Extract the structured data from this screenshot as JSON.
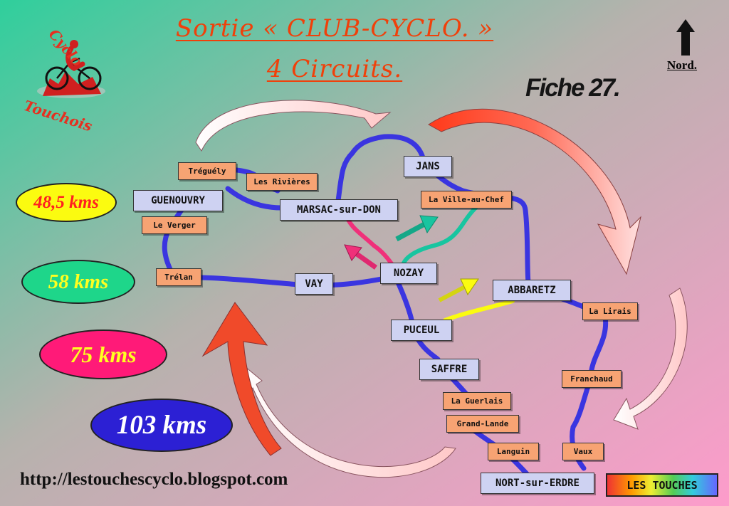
{
  "header": {
    "title_line1": "Sortie « CLUB-CYCLO. »",
    "title_line2": "4 Circuits.",
    "fiche": "Fiche 27.",
    "north_label": "Nord."
  },
  "logo": {
    "text_top": "Cyclo",
    "text_bottom": "Touchois"
  },
  "distances": [
    {
      "label": "48,5 kms",
      "fill": "#fbfb10",
      "text_color": "#ff2020"
    },
    {
      "label": "58 kms",
      "fill": "#1ed68a",
      "text_color": "#ffff20"
    },
    {
      "label": "75 kms",
      "fill": "#ff1a78",
      "text_color": "#ffff20"
    },
    {
      "label": "103 kms",
      "fill": "#2c20d4",
      "text_color": "#ffffff"
    }
  ],
  "towns": {
    "guenouvry": "GUENOUVRY",
    "marsac": "MARSAC-sur-DON",
    "jans": "JANS",
    "nozay": "NOZAY",
    "vay": "VAY",
    "abbaretz": "ABBARETZ",
    "puceul": "PUCEUL",
    "saffre": "SAFFRE",
    "nort": "NORT-sur-ERDRE"
  },
  "villages": {
    "treguely": "Tréguély",
    "les_rivieres": "Les Rivières",
    "le_verger": "Le Verger",
    "trelan": "Trélan",
    "ville_au_chef": "La Ville-au-Chef",
    "la_lirais": "La Lirais",
    "franchaud": "Franchaud",
    "la_guerlais": "La Guerlais",
    "grand_lande": "Grand-Lande",
    "languin": "Languin",
    "vaux": "Vaux"
  },
  "les_touches": "LES TOUCHES",
  "website": "http://lestouchescyclo.blogspot.com",
  "colors": {
    "route_103": "#3a35e0",
    "route_75": "#f0307a",
    "route_58": "#18c5a0",
    "route_48": "#fbfb10",
    "title": "#f0400a",
    "town_box": "#ced2f2",
    "village_box": "#f7a373"
  }
}
